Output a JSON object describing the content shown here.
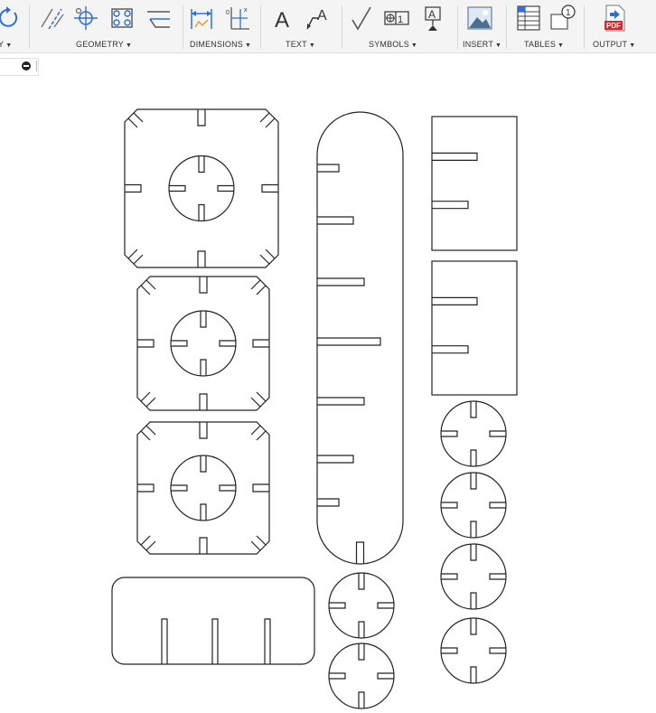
{
  "ribbon": {
    "groups": [
      {
        "id": "modify",
        "label": "Y",
        "icons": [
          "modify-icon"
        ]
      },
      {
        "id": "geometry",
        "label": "GEOMETRY",
        "icons": [
          "centerline-icon",
          "center-mark-icon",
          "center-mark-pattern-icon",
          "edge-extension-icon"
        ]
      },
      {
        "id": "dimensions",
        "label": "DIMENSIONS",
        "icons": [
          "dimension-icon",
          "ordinate-dimension-icon"
        ]
      },
      {
        "id": "text",
        "label": "TEXT",
        "icons": [
          "text-icon",
          "leader-icon"
        ]
      },
      {
        "id": "symbols",
        "label": "SYMBOLS",
        "icons": [
          "surface-texture-icon",
          "feature-control-frame-icon",
          "datum-identifier-icon"
        ]
      },
      {
        "id": "insert",
        "label": "INSERT",
        "icons": [
          "insert-image-icon"
        ]
      },
      {
        "id": "tables",
        "label": "TABLES",
        "icons": [
          "table-icon",
          "balloon-icon"
        ]
      },
      {
        "id": "output",
        "label": "OUTPUT",
        "icons": [
          "pdf-export-icon"
        ]
      }
    ],
    "icon_text": {
      "text_glyph": "A",
      "leader_glyph": "A",
      "fcf_number": "1",
      "datum_letter": "A",
      "balloon_number": "1",
      "pdf_label": "PDF"
    },
    "colors": {
      "accent_blue": "#2f6fd6",
      "pdf_red": "#d9262a",
      "ribbon_bg": "#f4f4f4"
    }
  },
  "browser_bar": {
    "collapse_icon": "minus-circle-icon"
  }
}
